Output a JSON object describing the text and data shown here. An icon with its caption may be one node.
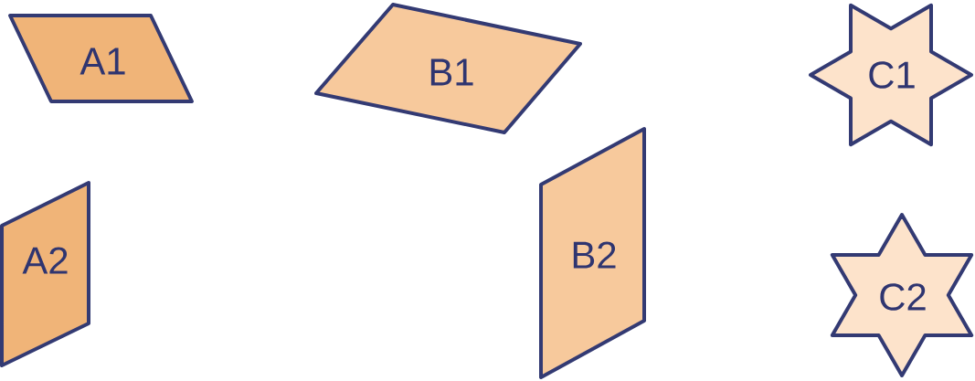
{
  "diagram": {
    "nodes": [
      {
        "text": [
          "A1"
        ]
      },
      {
        "text": [
          "B1"
        ]
      },
      {
        "text": [
          "C1"
        ]
      },
      {
        "text": [
          "A2"
        ]
      },
      {
        "text": [
          "B2"
        ]
      },
      {
        "text": [
          "C2"
        ]
      }
    ]
  }
}
